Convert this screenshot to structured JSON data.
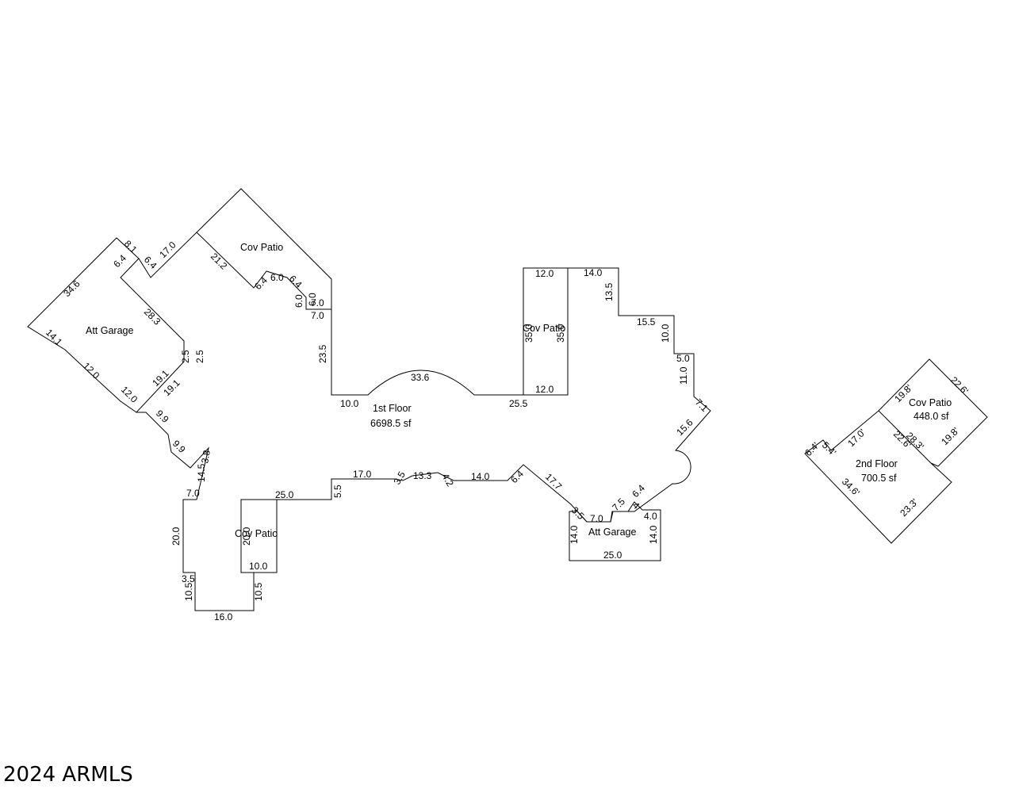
{
  "copyright": "2024 ARMLS",
  "rooms": {
    "first_floor": "1st Floor",
    "first_floor_area": "6698.5 sf",
    "att_garage_left": "Att Garage",
    "att_garage_right": "Att Garage",
    "cov_patio_top": "Cov Patio",
    "cov_patio_center": "Cov Patio",
    "cov_patio_bottom": "Cov Patio",
    "second_floor": "2nd  Floor",
    "second_floor_area": "700.5 sf",
    "cov_patio_second": "Cov Patio",
    "cov_patio_second_area": "448.0 sf"
  },
  "dims": {
    "d1": "8.1",
    "d2": "6.4",
    "d3": "6.4",
    "d4": "17.0",
    "d5": "21.2",
    "d6": "34.6",
    "d7": "28.3",
    "d8": "6.4",
    "d9": "6.0",
    "d10": "6.4",
    "d11": "6.0",
    "d12": "6.0",
    "d13": "7.0",
    "d14": "7.0",
    "d15": "14.1",
    "d16": "2.5",
    "d17": "2.5",
    "d18": "23.5",
    "d19": "12.0",
    "d20": "19.1",
    "d21": "19.1",
    "d22": "12.0",
    "d23": "10.0",
    "d24": "33.6",
    "d25": "9.9",
    "d26": "9.9",
    "d27": "14.5",
    "d28": "3.8",
    "d29": "7.0",
    "d30": "20.0",
    "d31": "3.5",
    "d32": "10.5",
    "d33": "16.0",
    "d34": "10.5",
    "d35": "20.0",
    "d36": "10.0",
    "d37": "25.0",
    "d38": "5.5",
    "d39": "17.0",
    "d40": "3.5",
    "d41": "13.3",
    "d42": "4.2",
    "d43": "14.0",
    "d44": "6.4",
    "d45": "17.7",
    "d46": "12.0",
    "d47": "14.0",
    "d48": "13.5",
    "d49": "35.0",
    "d50": "35.0",
    "d51": "12.0",
    "d52": "25.5",
    "d53": "15.5",
    "d54": "10.0",
    "d55": "5.0",
    "d56": "11.0",
    "d57": "7.1",
    "d58": "15.6",
    "d59": "6.4",
    "d60": "7.5",
    "d61": "4",
    "d62": "4.0",
    "d63": "7.0",
    "d64": "14.0",
    "d65": "14.0",
    "d66": "25.0",
    "d67": "3.5",
    "s1": "19.8'",
    "s2": "22.6'",
    "s3": "6.4'",
    "s4": "5.4'",
    "s5": "17.0'",
    "s6": "22.6'",
    "s7": "28.3'",
    "s8": "19.8'",
    "s9": "34.6'",
    "s10": "23.3'"
  }
}
